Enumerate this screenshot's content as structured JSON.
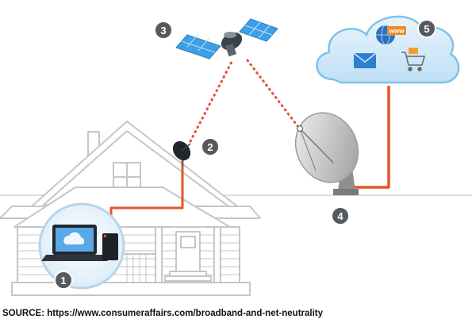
{
  "steps": [
    {
      "number": "1",
      "label": "home-computer-and-modem"
    },
    {
      "number": "2",
      "label": "home-satellite-dish"
    },
    {
      "number": "3",
      "label": "satellite"
    },
    {
      "number": "4",
      "label": "ground-station-dish"
    },
    {
      "number": "5",
      "label": "internet-cloud"
    }
  ],
  "cloud": {
    "www_label": "www"
  },
  "caption": "SOURCE: https://www.consumeraffairs.com/broadband-and-net-neutrality",
  "colors": {
    "signal_link": "#e8503a",
    "cable": "#e8532a",
    "badge_fill": "#555a5f",
    "cloud_fill": "#cfe8f8",
    "cloud_stroke": "#7fc2ea",
    "house_stroke": "#c8c8c8",
    "panel_blue": "#3e9ee6"
  },
  "icons": [
    "laptop-icon",
    "cloud-icon",
    "modem-icon",
    "dish-icon",
    "satellite-icon",
    "globe-icon",
    "envelope-icon",
    "shopping-cart-icon"
  ]
}
